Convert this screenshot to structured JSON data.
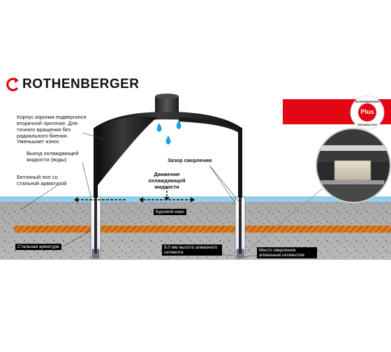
{
  "brand": {
    "name": "ROTHENBERGER",
    "badge_top": "ROTHENBERGER",
    "badge_center": "Plus",
    "badge_bottom": "TECHNOLOGY",
    "accent_color": "#e30613"
  },
  "labels": {
    "housing": "Корпус коронки подвергался вторичной проточке. Для точного вращения без радиального биения. Уменьшает износ",
    "coolant_outlet": "Выход охлаждающей жидкости (воды)",
    "concrete_floor": "Бетонный пол со стальной арматурой",
    "drilling_gap": "Зазор сверления",
    "coolant_movement": "Движение охлаждающей жидкости",
    "drill_core": "Буровой керн",
    "steel_rebar": "Стальная арматура",
    "segment_height": "9,0 мм высота алмазного сегмента",
    "drilling_spot": "Место сверления алмазным сегментом"
  },
  "icons": [
    "water-drop-icon",
    "cut-arrow-icon"
  ],
  "colors": {
    "rebar": "#e07a22",
    "concrete": "#b0b0b0",
    "water_film": "#8fd1ee",
    "housing": "#1a1a1a",
    "drop": "#1aa3e0"
  }
}
